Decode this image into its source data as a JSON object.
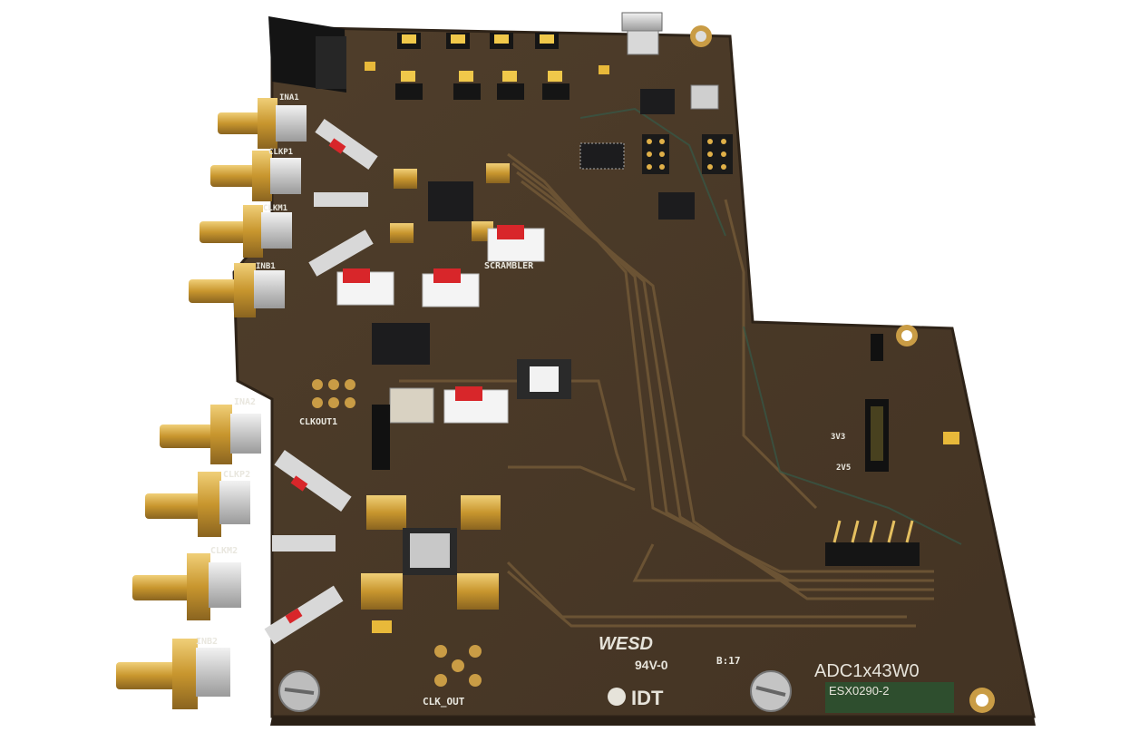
{
  "board": {
    "model": "ADC1x43W0",
    "serial": "ESX0290-2",
    "vendor": "IDT",
    "cert_mark": "WESD",
    "cert_rating": "94V-0",
    "date_code": "B:17"
  },
  "labels": {
    "ina1": "INA1",
    "clkp1": "CLKP1",
    "clkm1": "CLKM1",
    "inb1": "INB1",
    "ina2": "INA2",
    "clkp2": "CLKP2",
    "clkm2": "CLKM2",
    "inb2": "INB2",
    "clkout1": "CLKOUT1",
    "clk_out": "CLK_OUT",
    "scrambler": "SCRAMBLER",
    "v3v3": "3V3",
    "v2v5": "2V5"
  },
  "colors": {
    "pcb": "#4a3a28",
    "copper_trace": "#6b5334",
    "gold": "#c89a3a",
    "silk": "#e9e7df",
    "switch_red": "#d8262a",
    "chip": "#1c1c1e"
  }
}
